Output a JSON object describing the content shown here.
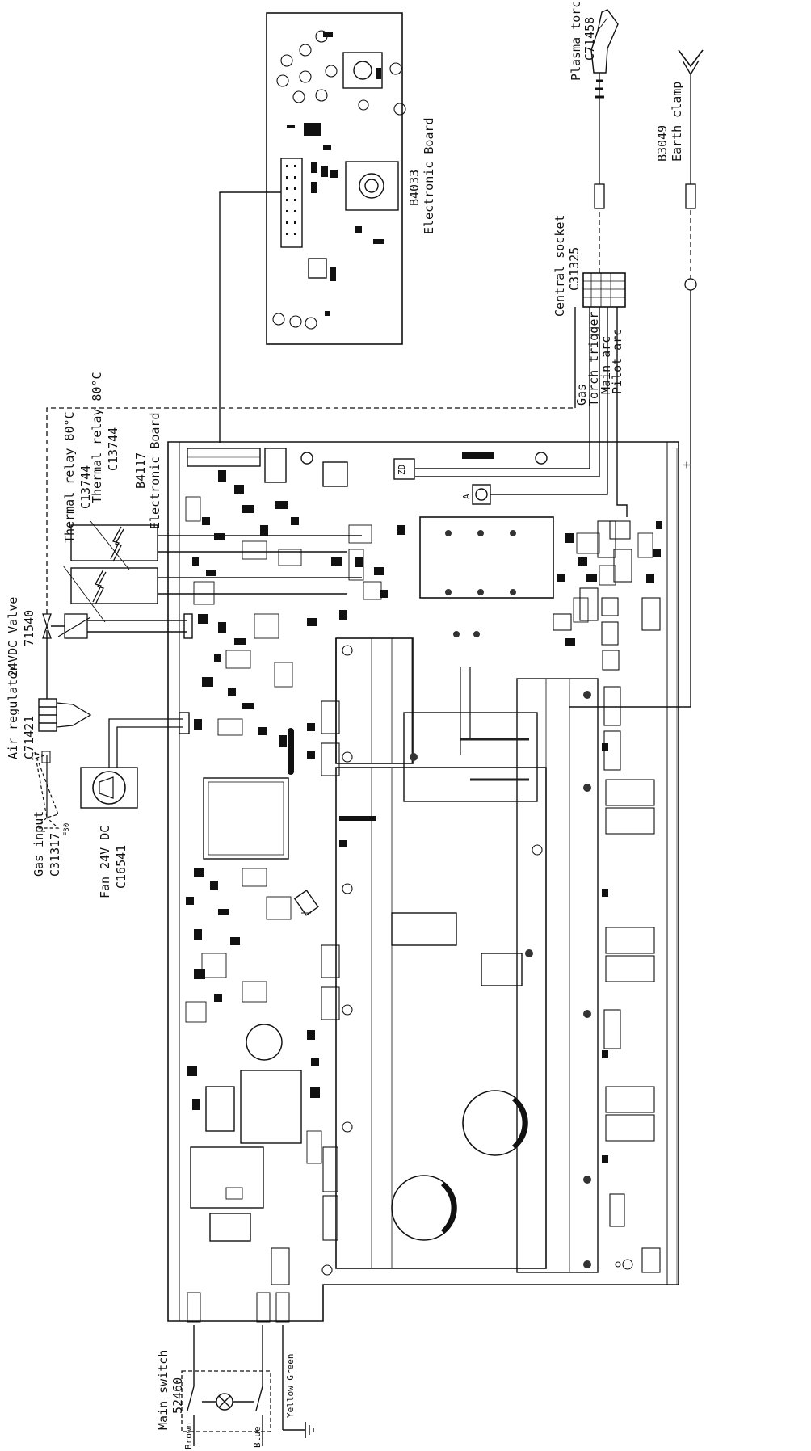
{
  "labels": {
    "gas_input": "Gas input",
    "gas_input_code": "C31317",
    "air_regulator": "Air regulator",
    "air_regulator_code": "C71421",
    "valve": "24VDC Valve",
    "valve_code": "71540",
    "fan": "Fan 24V DC",
    "fan_code": "C16541",
    "thermal_relay_1": "Thermal relay 80°C",
    "thermal_relay_1_code": "C13744",
    "thermal_relay_2": "Thermal relay 80°C",
    "thermal_relay_2_code": "C13744",
    "main_board": "B4117",
    "main_board_sub": "Electronic Board",
    "control_board": "B4033",
    "control_board_sub": "Electronic Board",
    "central_socket": "Central socket",
    "central_socket_code": "C31325",
    "plasma_torch": "Plasma torch",
    "plasma_torch_code": "C71458",
    "earth_clamp_code": "B3049",
    "earth_clamp": "Earth clamp",
    "wire_gas": "Gas",
    "wire_trigger": "Torch trigger",
    "wire_main_arc": "Main arc",
    "wire_pilot_arc": "Pilot arc",
    "main_switch": "Main switch",
    "main_switch_code": "52460",
    "wire_brown": "Brown",
    "wire_blue": "Blue",
    "wire_yellow_green": "Yellow Green",
    "plus_sign": "+",
    "filter_mark": "F30",
    "board_mark_a": "A",
    "board_mark_b": "ZD"
  }
}
